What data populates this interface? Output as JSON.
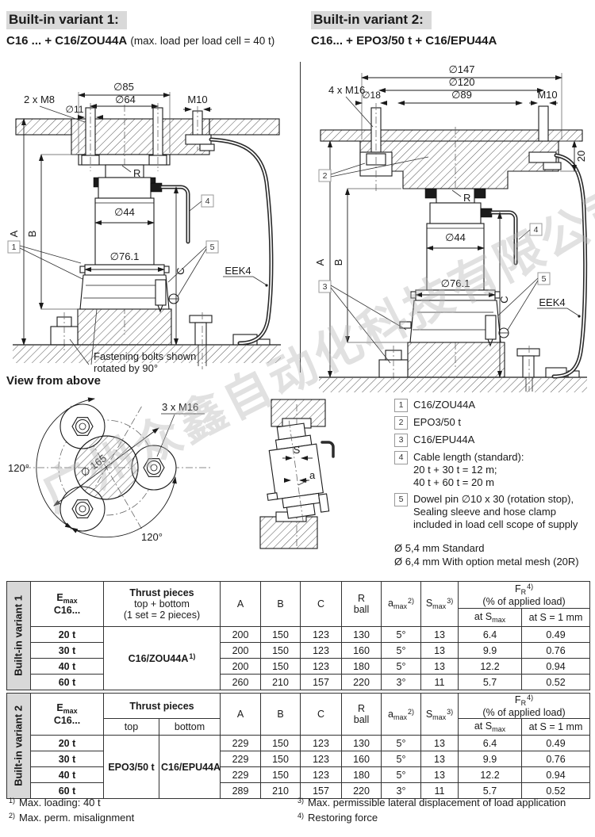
{
  "watermark": {
    "text": "广州众鑫自动化科技有限公司"
  },
  "variant1": {
    "title": "Built-in variant 1:",
    "subtitle": "C16 ... + C16/ZOU44A",
    "subtitle_note": "(max. load per load cell = 40 t)",
    "labels": {
      "d85": "∅85",
      "d64": "∅64",
      "d11": "∅11",
      "m8": "2 x M8",
      "m10": "M10",
      "r": "R",
      "ref1": "1",
      "ref4": "4",
      "ref5": "5",
      "d44": "∅44",
      "d761": "∅76.1",
      "dimA": "A",
      "dimB": "B",
      "dimC": "C",
      "eek4": "EEK4",
      "note_line1": "Fastening bolts shown",
      "note_line2": "rotated by 90°"
    }
  },
  "variant2": {
    "title": "Built-in variant 2:",
    "subtitle": "C16... + EPO3/50 t + C16/EPU44A",
    "labels": {
      "d147": "∅147",
      "d120": "∅120",
      "d89": "∅89",
      "d18": "∅18",
      "m16": "4 x M16",
      "m10": "M10",
      "t20": "20",
      "r": "R",
      "ref2": "2",
      "ref3": "3",
      "ref4": "4",
      "ref5": "5",
      "d44": "∅44",
      "d761": "∅76.1",
      "dimA": "A",
      "dimB": "B",
      "dimC": "C",
      "eek4": "EEK4"
    }
  },
  "view_above": {
    "title": "View from above",
    "m16": "3 x M16",
    "angle_left": "120°",
    "angle_bottom": "120°",
    "d165": "∅ 165",
    "s": "S",
    "a": "a"
  },
  "legend": {
    "item1": {
      "num": "1",
      "line1": "C16/ZOU44A"
    },
    "item2": {
      "num": "2",
      "line1": "EPO3/50 t"
    },
    "item3": {
      "num": "3",
      "line1": "C16/EPU44A"
    },
    "item4": {
      "num": "4",
      "line1": "Cable length (standard):",
      "line2": "20 t + 30 t = 12 m;",
      "line3": "40 t + 60 t = 20 m"
    },
    "item5": {
      "num": "5",
      "line1": "Dowel pin ∅10 x 30 (rotation stop),",
      "line2": "Sealing sleeve and hose clamp",
      "line3": "included in load cell scope of supply"
    },
    "extra1": "Ø 5,4 mm Standard",
    "extra2": "Ø 6,4 mm With option metal mesh (20R)"
  },
  "table1": {
    "variant_label": "Built-in variant 1",
    "h": {
      "emax_base": "E",
      "emax_sub": "max",
      "emax_line2": "C16...",
      "thrust1": "Thrust pieces",
      "thrust2": "top + bottom",
      "thrust3": "(1 set = 2 pieces)",
      "A": "A",
      "B": "B",
      "C": "C",
      "r1": "R",
      "r2": "ball",
      "a_base": "a",
      "a_sub": "max",
      "a_sup": "2)",
      "s_base": "S",
      "s_sub": "max",
      "s_sup": "3)",
      "f_base": "F",
      "f_sub": "R",
      "f_sup": "4)",
      "f_line2": "(% of applied load)",
      "fs1_base": "at S",
      "fs1_sub": "max",
      "fs2": "at S = 1 mm"
    },
    "thrust_value": "C16/ZOU44A",
    "thrust_value_sup": "1)",
    "rows": [
      {
        "emax": "20 t",
        "A": "200",
        "B": "150",
        "C": "123",
        "R": "130",
        "a": "5°",
        "S": "13",
        "fr1": "6.4",
        "fr2": "0.49"
      },
      {
        "emax": "30 t",
        "A": "200",
        "B": "150",
        "C": "123",
        "R": "160",
        "a": "5°",
        "S": "13",
        "fr1": "9.9",
        "fr2": "0.76"
      },
      {
        "emax": "40 t",
        "A": "200",
        "B": "150",
        "C": "123",
        "R": "180",
        "a": "5°",
        "S": "13",
        "fr1": "12.2",
        "fr2": "0.94"
      },
      {
        "emax": "60 t",
        "A": "260",
        "B": "210",
        "C": "157",
        "R": "220",
        "a": "3°",
        "S": "11",
        "fr1": "5.7",
        "fr2": "0.52"
      }
    ]
  },
  "table2": {
    "variant_label": "Built-in variant 2",
    "h": {
      "emax_base": "E",
      "emax_sub": "max",
      "emax_line2": "C16...",
      "thrust1": "Thrust pieces",
      "thrust_top": "top",
      "thrust_bottom": "bottom",
      "A": "A",
      "B": "B",
      "C": "C",
      "r1": "R",
      "r2": "ball",
      "a_base": "a",
      "a_sub": "max",
      "a_sup": "2)",
      "s_base": "S",
      "s_sub": "max",
      "s_sup": "3)",
      "f_base": "F",
      "f_sub": "R",
      "f_sup": "4)",
      "f_line2": "(% of applied load)",
      "fs1_base": "at S",
      "fs1_sub": "max",
      "fs2": "at S = 1 mm"
    },
    "thrust_top_value": "EPO3/50 t",
    "thrust_bottom_value": "C16/EPU44A",
    "rows": [
      {
        "emax": "20 t",
        "A": "229",
        "B": "150",
        "C": "123",
        "R": "130",
        "a": "5°",
        "S": "13",
        "fr1": "6.4",
        "fr2": "0.49"
      },
      {
        "emax": "30 t",
        "A": "229",
        "B": "150",
        "C": "123",
        "R": "160",
        "a": "5°",
        "S": "13",
        "fr1": "9.9",
        "fr2": "0.76"
      },
      {
        "emax": "40 t",
        "A": "229",
        "B": "150",
        "C": "123",
        "R": "180",
        "a": "5°",
        "S": "13",
        "fr1": "12.2",
        "fr2": "0.94"
      },
      {
        "emax": "60 t",
        "A": "289",
        "B": "210",
        "C": "157",
        "R": "220",
        "a": "3°",
        "S": "11",
        "fr1": "5.7",
        "fr2": "0.52"
      }
    ]
  },
  "footnotes": {
    "fn1_num": "1)",
    "fn1_text": "Max. loading: 40 t",
    "fn2_num": "2)",
    "fn2_text": "Max. perm. misalignment",
    "fn3_num": "3)",
    "fn3_text": "Max. permissible lateral displacement of load application",
    "fn4_num": "4)",
    "fn4_text": "Restoring force"
  }
}
